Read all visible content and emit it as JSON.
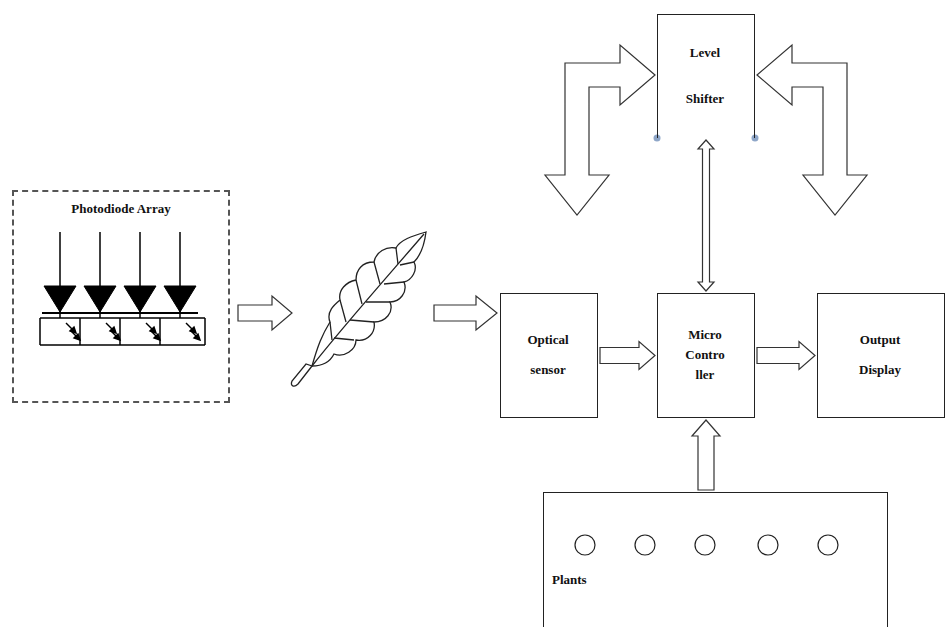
{
  "diagram": {
    "nodes": [
      {
        "text": [
          "Photodiode Array"
        ]
      },
      {
        "text": [
          "Level Shifter"
        ]
      },
      {
        "text": [
          "Optical sensor"
        ]
      },
      {
        "text": [
          "Micro Contro ller"
        ]
      },
      {
        "text": [
          "Output Display"
        ]
      },
      {
        "text": [
          "Plants"
        ]
      }
    ],
    "edges": [
      {
        "from": 2,
        "to": 3,
        "arrow": "to"
      },
      {
        "from": 3,
        "to": 4,
        "arrow": "to"
      },
      {
        "from": 5,
        "to": 3,
        "arrow": "to"
      },
      {
        "from": 1,
        "to": 3,
        "arrow": "both"
      }
    ]
  }
}
